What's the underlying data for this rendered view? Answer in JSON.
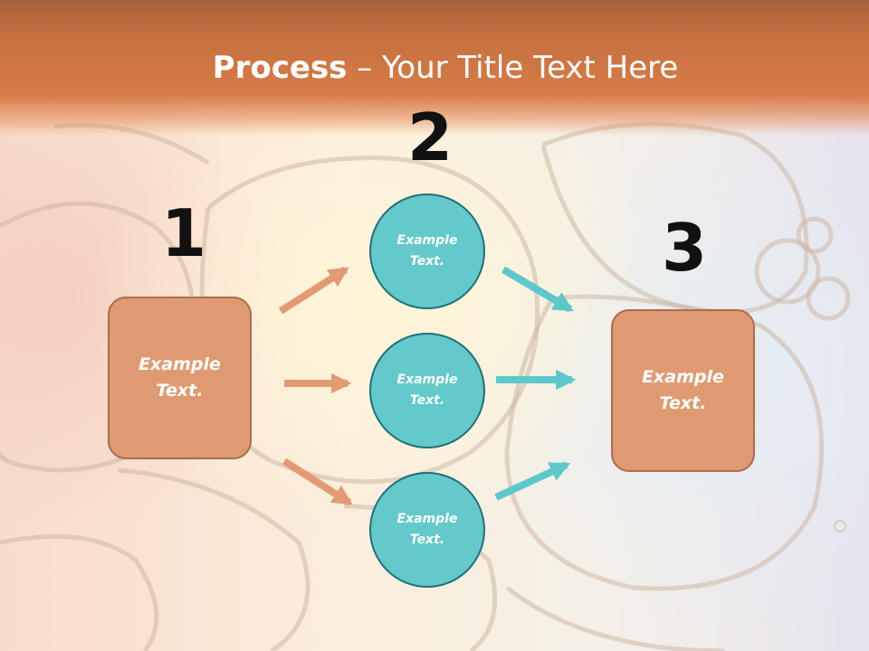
{
  "title": {
    "bold": "Process",
    "rest": " – Your Title Text Here"
  },
  "steps": {
    "one": {
      "number": "1",
      "text": "Example\nText."
    },
    "two": {
      "number": "2",
      "circles": [
        {
          "text": "Example\nText."
        },
        {
          "text": "Example\nText."
        },
        {
          "text": "Example\nText."
        }
      ]
    },
    "three": {
      "number": "3",
      "text": "Example\nText."
    }
  },
  "colors": {
    "header": "#d87c48",
    "box_fill": "#e09a72",
    "box_border": "#a86d4f",
    "circle_fill": "#63c9cb",
    "circle_border": "#1f6f7a",
    "arrow_orange": "#e29a74",
    "arrow_teal": "#5cc8cb"
  }
}
